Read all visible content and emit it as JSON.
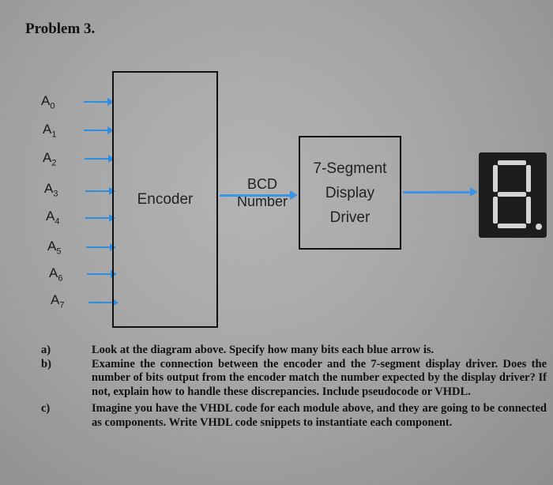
{
  "title": "Problem 3.",
  "inputs": [
    {
      "base": "A",
      "sub": "0"
    },
    {
      "base": "A",
      "sub": "1"
    },
    {
      "base": "A",
      "sub": "2"
    },
    {
      "base": "A",
      "sub": "3"
    },
    {
      "base": "A",
      "sub": "4"
    },
    {
      "base": "A",
      "sub": "5"
    },
    {
      "base": "A",
      "sub": "6"
    },
    {
      "base": "A",
      "sub": "7"
    }
  ],
  "encoder": {
    "label": "Encoder"
  },
  "bcd": {
    "line1": "BCD",
    "line2": "Number"
  },
  "driver": {
    "line1": "7-Segment",
    "line2": "Display",
    "line3": "Driver"
  },
  "display": {
    "digit": "8",
    "icon": "seven-segment-display-icon"
  },
  "colors": {
    "arrow": "#2e8fe0",
    "display_bg": "#1d1d1d"
  },
  "questions": [
    {
      "label": "a)",
      "text": "Look at the diagram above. Specify how many bits each blue arrow is."
    },
    {
      "label": "b)",
      "text": "Examine the connection between the encoder and the 7-segment display driver. Does the number of bits output from the encoder match the number expected by the display driver? If not, explain how to handle these discrepancies. Include pseudocode or VHDL."
    },
    {
      "label": "c)",
      "text": "Imagine you have the VHDL code for each module above, and they are going to be connected as components. Write VHDL code snippets to instantiate each component."
    }
  ]
}
